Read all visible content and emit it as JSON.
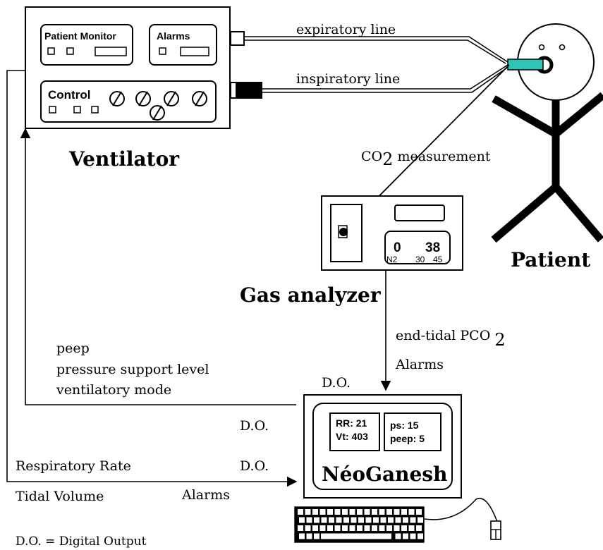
{
  "ventilator": {
    "title": "Ventilator",
    "panels": {
      "patient_monitor": "Patient Monitor",
      "alarms": "Alarms",
      "control": "Control"
    }
  },
  "lines": {
    "expiratory": "expiratory line",
    "inspiratory": "inspiratory line"
  },
  "patient": {
    "title": "Patient"
  },
  "co2": {
    "prefix": "CO",
    "sub": "2",
    "suffix": " measurement"
  },
  "gas_analyzer": {
    "title": "Gas analyzer",
    "display": {
      "left_value": "0",
      "right_value": "38",
      "n2": "N2",
      "v1": "30",
      "v2": "45"
    }
  },
  "gas_outputs": {
    "pco2_prefix": "end-tidal PCO ",
    "pco2_sub": "2",
    "alarms": "Alarms"
  },
  "settings": [
    "peep",
    "pressure support level",
    "ventilatory mode"
  ],
  "do_label": "D.O.",
  "measures": {
    "respiratory_rate": "Respiratory Rate",
    "tidal_volume": "Tidal Volume",
    "alarms": "Alarms"
  },
  "neoganesh": {
    "title": "NéoGanesh",
    "screen_left": [
      "RR: 21",
      "Vt: 403"
    ],
    "screen_right": [
      "ps: 15",
      "peep: 5"
    ]
  },
  "legend": "D.O. = Digital Output"
}
